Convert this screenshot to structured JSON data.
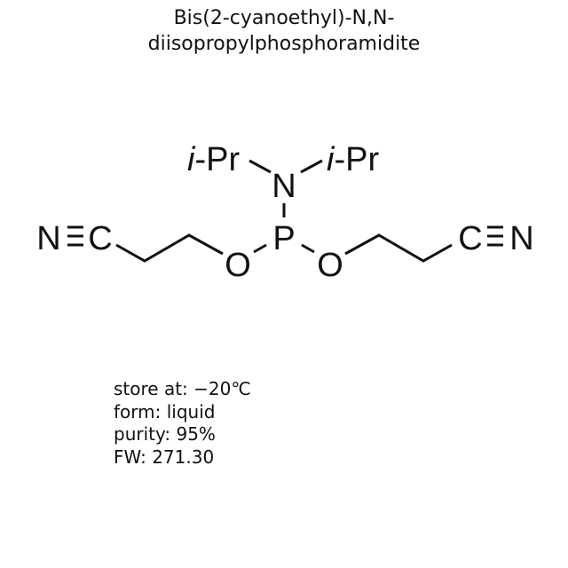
{
  "title": {
    "line1": "Bis(2-cyanoethyl)-N,N-",
    "line2": "diisopropylphosphoramidite"
  },
  "structure": {
    "atoms": {
      "n_center": "N",
      "p_center": "P",
      "o_left": "O",
      "o_right": "O",
      "n_nitrile_left": "N",
      "c_nitrile_left": "C",
      "c_nitrile_right": "C",
      "n_nitrile_right": "N"
    },
    "groups": {
      "ipr_left_prefix": "i",
      "ipr_left_suffix": "-Pr",
      "ipr_right_prefix": "i",
      "ipr_right_suffix": "-Pr"
    }
  },
  "info": {
    "storage": "store at: −20℃",
    "form": "form: liquid",
    "purity": "purity: 95%",
    "fw": "FW: 271.30"
  },
  "colors": {
    "ink": "#111111",
    "background": "#ffffff"
  }
}
